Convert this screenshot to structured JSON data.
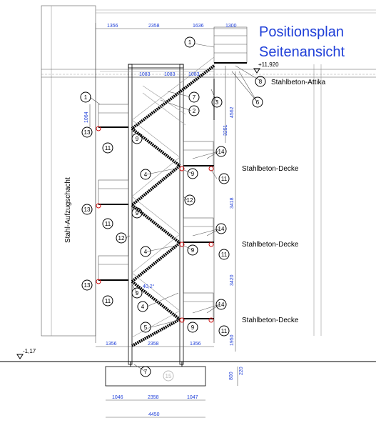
{
  "title": {
    "line1": "Positionsplan",
    "line2": "Seitenansicht"
  },
  "labels": {
    "attika": "Stahlbeton-Attika",
    "decke": "Stahlbeton-Decke",
    "shaft": "Stahl-Aufzugschacht",
    "elev_top": "+11,920",
    "elev_bottom": "-1,17",
    "angle": "40,2°"
  },
  "dims": {
    "top": [
      "1356",
      "2358",
      "1636",
      "1300"
    ],
    "top_inner": [
      "1083",
      "1083",
      "1083"
    ],
    "left": "1064",
    "right": [
      "4562",
      "3251",
      "3418",
      "3420",
      "1950"
    ],
    "bottom_upper": [
      "1356",
      "2358",
      "1356"
    ],
    "bottom_lower": [
      "1046",
      "2358",
      "1047"
    ],
    "bottom_total": "4450",
    "foundation": [
      "800",
      "220"
    ]
  },
  "positions": {
    "p1a": "1",
    "p1b": "1",
    "p2": "2",
    "p3": "3",
    "p6": "6",
    "p7a": "7",
    "p8": "8",
    "p13a": "13",
    "p11a": "11",
    "p9a": "9",
    "p14a": "14",
    "p9b": "9",
    "p11b": "11",
    "p4a": "4",
    "p12a": "12",
    "p13b": "13",
    "p11c": "11",
    "p9c": "9",
    "p12b": "12",
    "p14b": "14",
    "p9d": "9",
    "p11d": "11",
    "p4b": "4",
    "p13c": "13",
    "p11e": "11",
    "p9e": "9",
    "p4c": "4",
    "p14c": "14",
    "p9f": "9",
    "p11f": "11",
    "p5": "5",
    "p7b": "7",
    "p15": "15"
  }
}
